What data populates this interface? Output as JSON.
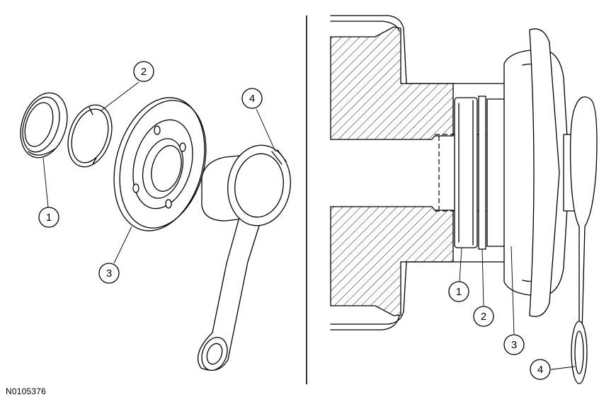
{
  "figure_id": "N0105376",
  "callouts": {
    "left": [
      "1",
      "2",
      "3",
      "4"
    ],
    "right": [
      "1",
      "2",
      "3",
      "4"
    ]
  }
}
